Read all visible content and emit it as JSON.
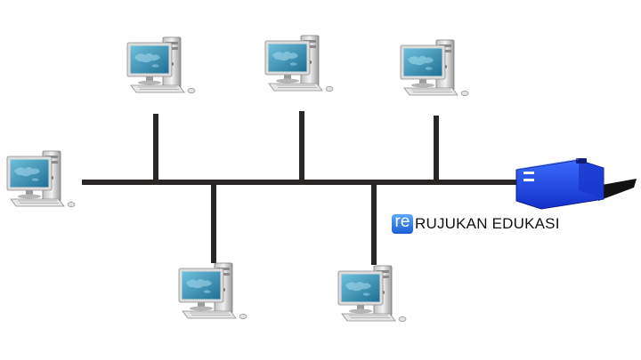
{
  "watermark": {
    "logo_letters": "re",
    "text": "RUJUKAN EDUKASI"
  },
  "colors": {
    "cable": "#2b2626",
    "printer_body": "#1e3ff0",
    "monitor_frame": "#d8d8d8",
    "screen": "#3a8fb0"
  },
  "nodes": [
    {
      "kind": "computer",
      "name": "computer-top-1"
    },
    {
      "kind": "computer",
      "name": "computer-top-2"
    },
    {
      "kind": "computer",
      "name": "computer-top-3"
    },
    {
      "kind": "computer",
      "name": "computer-left"
    },
    {
      "kind": "computer",
      "name": "computer-bottom-1"
    },
    {
      "kind": "computer",
      "name": "computer-bottom-2"
    },
    {
      "kind": "printer",
      "name": "printer"
    }
  ]
}
